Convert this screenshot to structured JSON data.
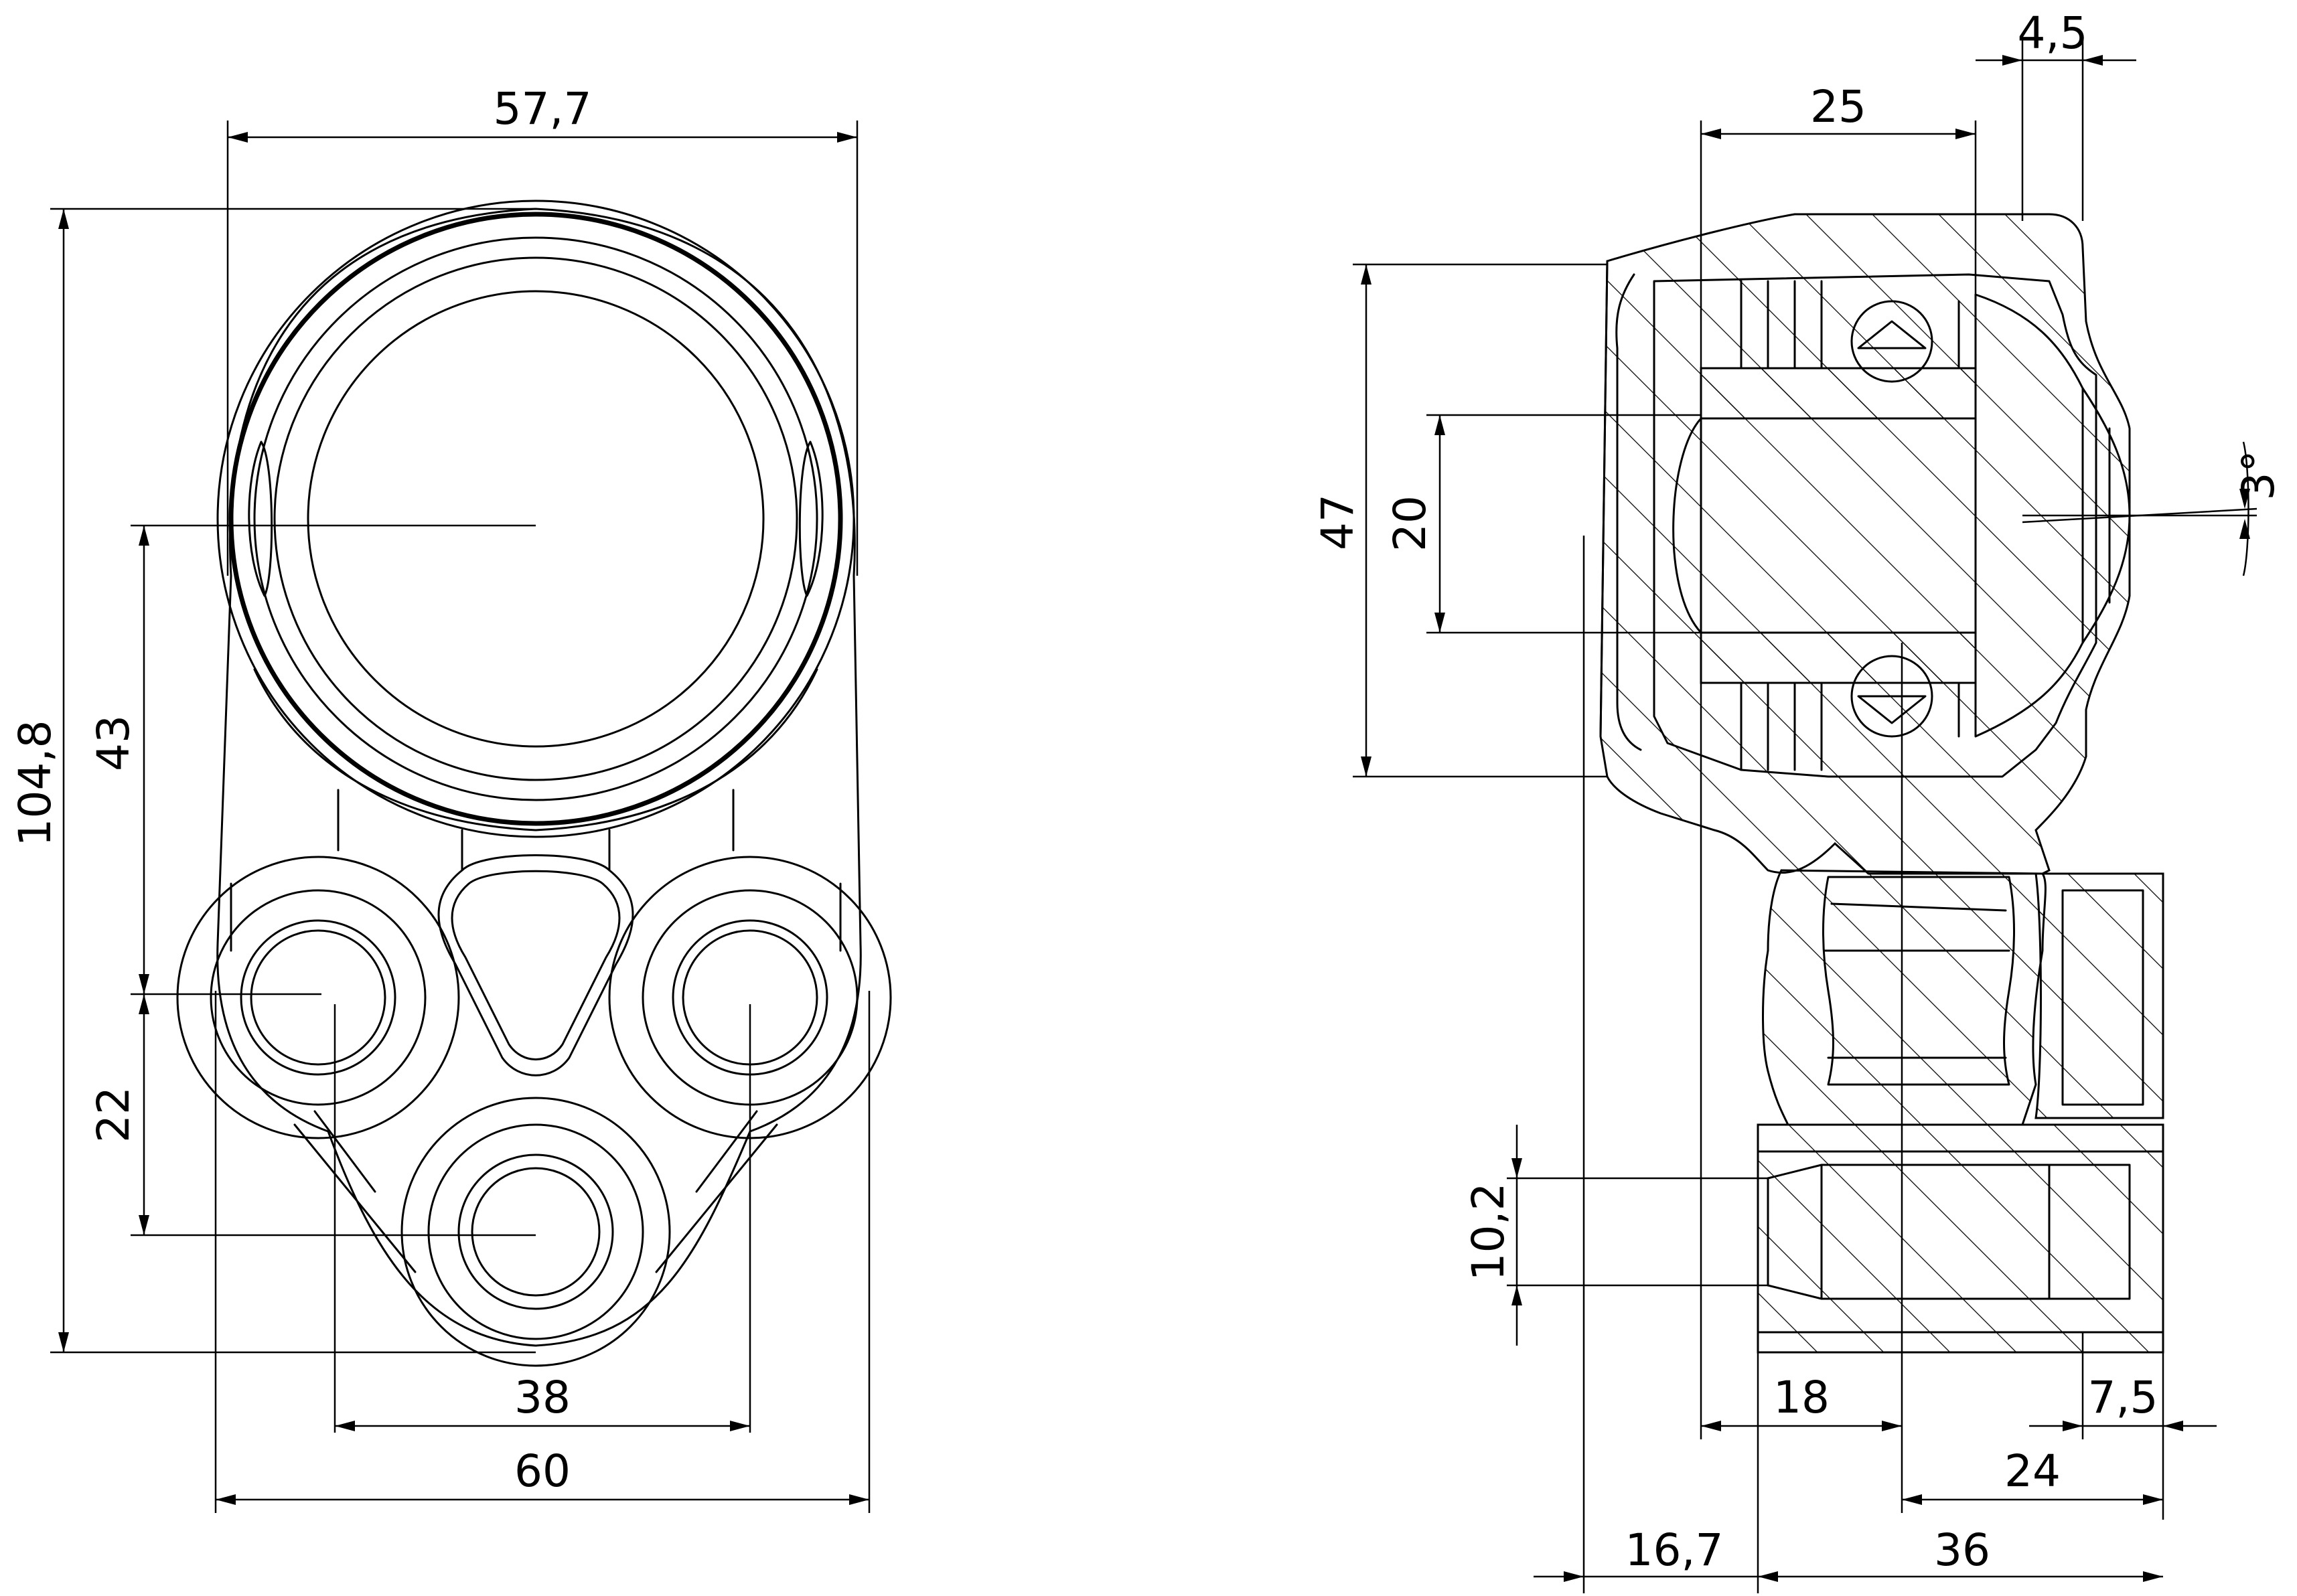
{
  "dimensions": {
    "front_width_top": "57,7",
    "front_height": "104,8",
    "front_vertical_upper": "43",
    "front_vertical_lower": "22",
    "front_port_spacing": "38",
    "front_width_bottom": "60",
    "side_top_small": "4,5",
    "side_top": "25",
    "side_height_outer": "47",
    "side_height_inner": "20",
    "side_angle": "3°",
    "side_port_dia": "10,2",
    "side_bottom_18": "18",
    "side_bottom_7_5": "7,5",
    "side_bottom_24": "24",
    "side_bottom_16_7": "16,7",
    "side_bottom_36": "36"
  }
}
